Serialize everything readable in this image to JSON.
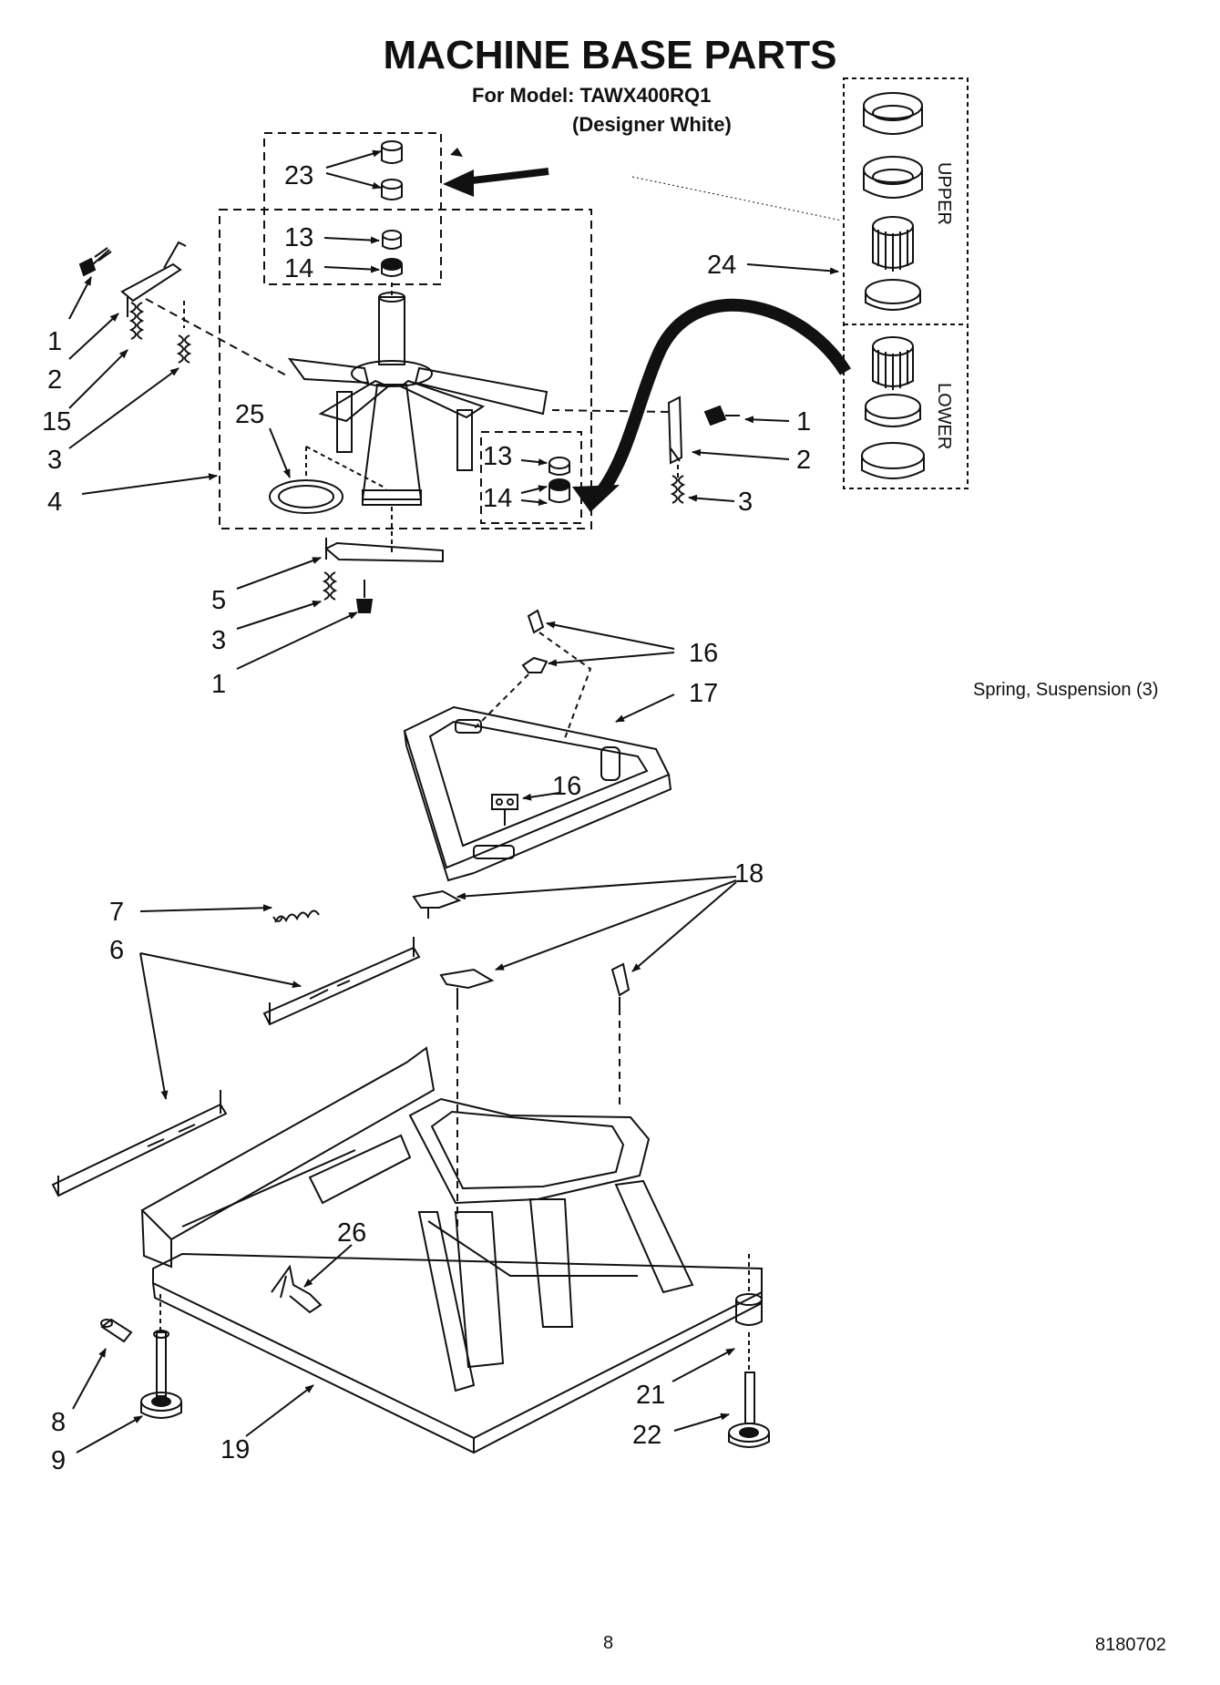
{
  "header": {
    "title": "MACHINE BASE PARTS",
    "model": "For Model: TAWX400RQ1",
    "variant": "(Designer White)"
  },
  "groups": {
    "upper_label": "UPPER",
    "lower_label": "LOWER"
  },
  "note": "Spring, Suspension (3)",
  "footer": {
    "page_number": "8",
    "document_number": "8180702"
  },
  "callouts": {
    "c23": "23",
    "c13a": "13",
    "c14a": "14",
    "c1a": "1",
    "c2a": "2",
    "c15": "15",
    "c3a": "3",
    "c4": "4",
    "c25": "25",
    "c13b": "13",
    "c14b": "14",
    "c1b": "1",
    "c2b": "2",
    "c3b": "3",
    "c24": "24",
    "c5": "5",
    "c3c": "3",
    "c1c": "1",
    "c16a": "16",
    "c17": "17",
    "c16b": "16",
    "c7": "7",
    "c6": "6",
    "c18": "18",
    "c26": "26",
    "c8": "8",
    "c9": "9",
    "c19": "19",
    "c21": "21",
    "c22": "22"
  },
  "colors": {
    "ink": "#111111",
    "paper": "#ffffff"
  }
}
